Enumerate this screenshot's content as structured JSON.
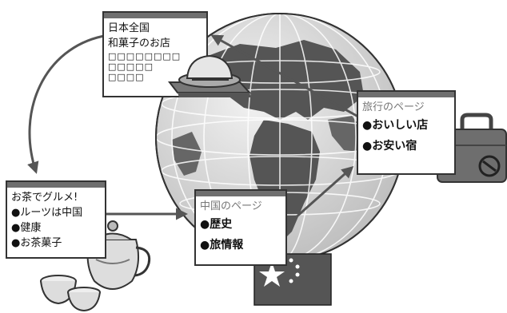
{
  "wagashi_page": {
    "lines": [
      "日本全国",
      "和菓子のお店",
      "□□□□□□□□",
      "□□□□□",
      "□□□□"
    ]
  },
  "travel_page": {
    "title": "旅行のページ",
    "items": [
      "●おいしい店",
      "●お安い宿"
    ]
  },
  "tea_page": {
    "lines": [
      "お茶でグルメ!",
      "●ルーツは中国",
      "●健康",
      "●お茶菓子"
    ]
  },
  "china_page": {
    "title": "中国のページ",
    "items": [
      "●歴史",
      "●旅情報"
    ]
  },
  "colors": {
    "frame": "#333333",
    "bar": "#6f6f6f",
    "arrow": "#555555",
    "globe_sea": "#dcdcdc",
    "land": "#555555"
  },
  "icons": [
    "globe-icon",
    "wagashi-plate-icon",
    "suitcase-icon",
    "teapot-icon",
    "teacup-icon",
    "china-flag-icon"
  ]
}
